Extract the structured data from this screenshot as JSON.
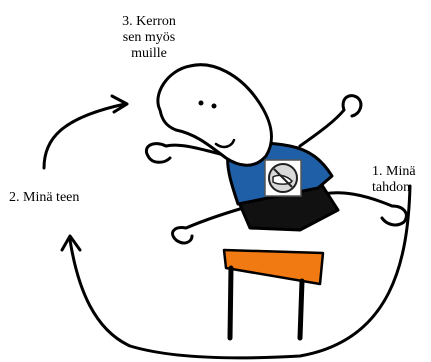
{
  "labels": {
    "step_3": "3. Kerron\nsen myös\nmuille",
    "step_2": "2. Minä teen",
    "step_1": "1. Minä\ntahdon"
  },
  "colors": {
    "shirt": "#1f5fa8",
    "hurdle": "#f27a12",
    "ink": "#000000",
    "badge": "#d9d9d9"
  },
  "icons": {
    "badge": "shoe-prohibited-icon"
  }
}
